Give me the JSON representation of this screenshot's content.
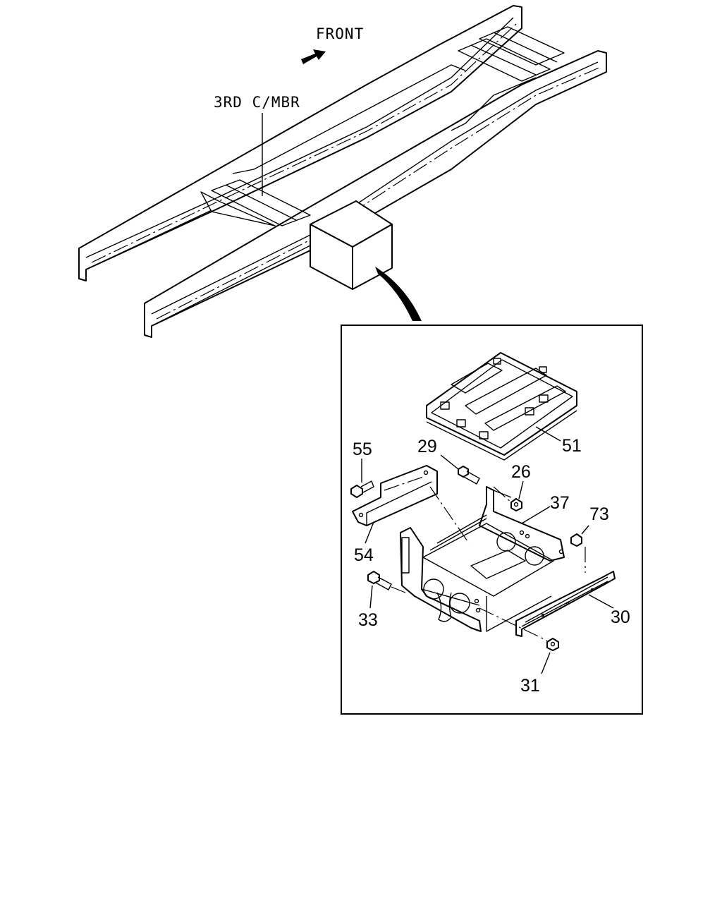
{
  "diagram": {
    "labels": {
      "front": "FRONT",
      "crossmember": "3RD C/MBR"
    },
    "callouts": [
      {
        "id": "c51",
        "text": "51"
      },
      {
        "id": "c55",
        "text": "55"
      },
      {
        "id": "c29",
        "text": "29"
      },
      {
        "id": "c26",
        "text": "26"
      },
      {
        "id": "c37",
        "text": "37"
      },
      {
        "id": "c73",
        "text": "73"
      },
      {
        "id": "c54",
        "text": "54"
      },
      {
        "id": "c33",
        "text": "33"
      },
      {
        "id": "c30",
        "text": "30"
      },
      {
        "id": "c31",
        "text": "31"
      }
    ],
    "icons": {
      "front_arrow": "front-arrow-icon"
    }
  }
}
